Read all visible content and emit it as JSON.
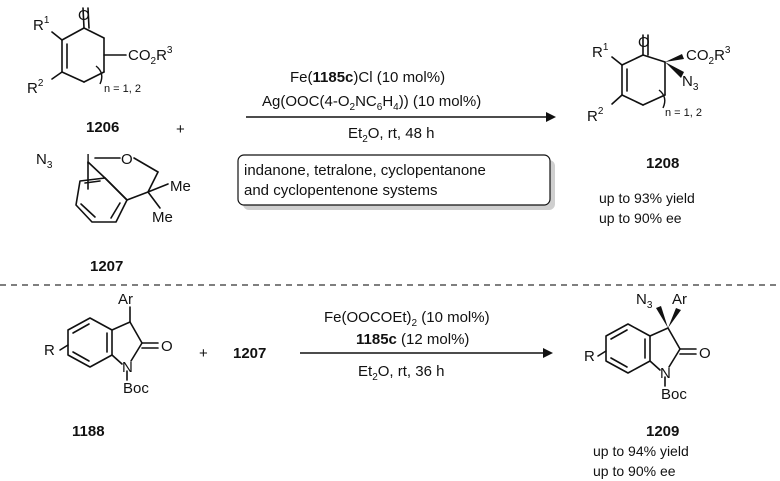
{
  "reaction_1": {
    "substrate_a": {
      "label": "1206",
      "atoms": {
        "o": "O",
        "r1": "R",
        "r1_sup": "1",
        "r2": "R",
        "r2_sup": "2",
        "ester": "CO",
        "ester_sub": "2",
        "ester_r": "R",
        "ester_sup": "3",
        "ring_size": "n = 1, 2"
      }
    },
    "plus": "+",
    "reagent": {
      "label": "1207",
      "atoms": {
        "n3": "N",
        "n3_sub": "3",
        "i": "I",
        "o": "O",
        "me1": "Me",
        "me2": "Me"
      }
    },
    "conditions": {
      "line1_pre": "Fe(",
      "line1_bold": "1185c",
      "line1_post": ")Cl (10 mol%)",
      "line2_a": "Ag(OOC(4-O",
      "line2_sub1": "2",
      "line2_b": "NC",
      "line2_sub2": "6",
      "line2_c": "H",
      "line2_sub3": "4",
      "line2_d": ")) (10 mol%)",
      "line3_a": "Et",
      "line3_sub": "2",
      "line3_b": "O, rt, 48 h"
    },
    "scope_box": {
      "line1": "indanone, tetralone, cyclopentanone",
      "line2": "and cyclopentenone systems"
    },
    "product": {
      "label": "1208",
      "atoms": {
        "o": "O",
        "r1": "R",
        "r1_sup": "1",
        "r2": "R",
        "r2_sup": "2",
        "ester": "CO",
        "ester_sub": "2",
        "ester_r": "R",
        "ester_sup": "3",
        "n3": "N",
        "n3_sub": "3",
        "ring_size": "n = 1, 2"
      },
      "yield": "up to 93% yield",
      "ee": "up to 90% ee"
    }
  },
  "reaction_2": {
    "substrate": {
      "label": "1188",
      "atoms": {
        "ar": "Ar",
        "o": "O",
        "r": "R",
        "n": "N",
        "boc": "Boc"
      }
    },
    "plus": "+",
    "reagent_ref": "1207",
    "conditions": {
      "line1_a": "Fe(OOCOEt)",
      "line1_sub": "2",
      "line1_b": " (10 mol%)",
      "line2_bold": "1185c",
      "line2_post": " (12 mol%)",
      "line3_a": "Et",
      "line3_sub": "2",
      "line3_b": "O, rt, 36 h"
    },
    "product": {
      "label": "1209",
      "atoms": {
        "n3": "N",
        "n3_sub": "3",
        "ar": "Ar",
        "o": "O",
        "r": "R",
        "n": "N",
        "boc": "Boc"
      },
      "yield": "up to 94% yield",
      "ee": "up to 90% ee"
    }
  }
}
